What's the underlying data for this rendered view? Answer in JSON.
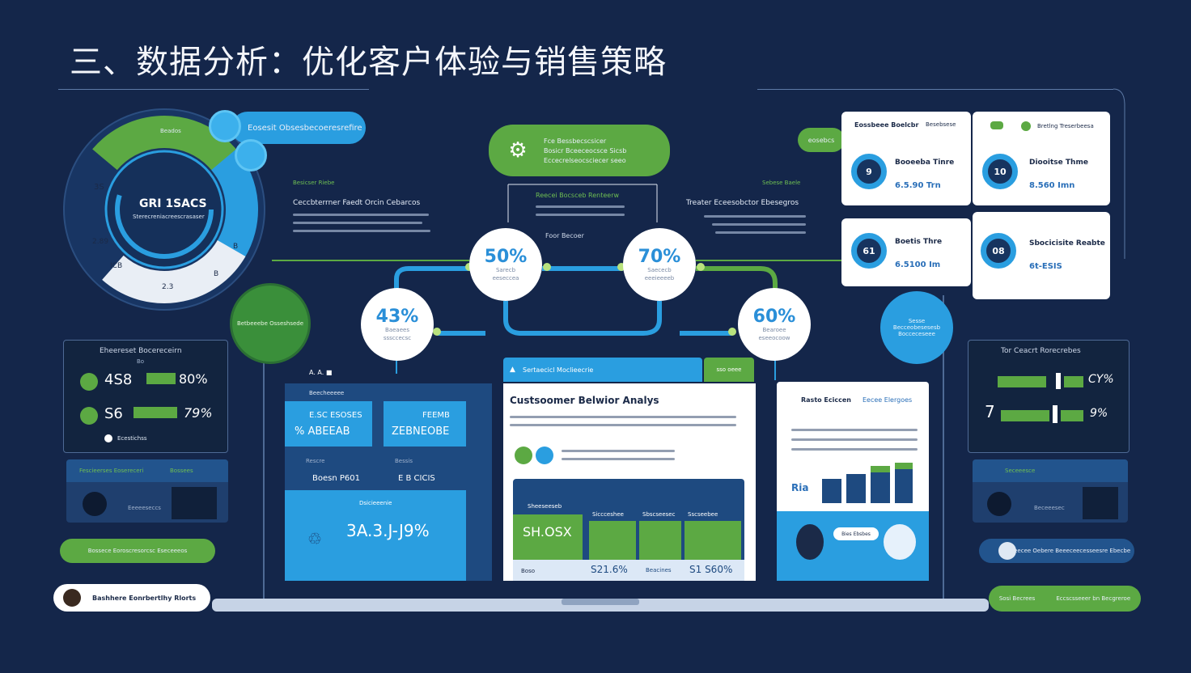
{
  "title": "三、数据分析：优化客户体验与销售策略",
  "donut": {
    "center_value": "GRI 1SACS",
    "center_sub": "Sterecreniacreescrasaser",
    "top_label": "Beados",
    "left_top": "3S",
    "left_mid": "2.89",
    "left_bot": "ICB",
    "bot": "2.3",
    "right_bot": "B",
    "right": "B"
  },
  "top_left_pill": "Eosesit Obsesbecoeresrefire",
  "top_center_pill": {
    "line1": "Fce Bessbecscsicer",
    "line2": "Bosicr Bceeceocsce Sicsb",
    "line3": "Eccecrelseocsciecer seeo"
  },
  "top_right_pill": "eosebcs",
  "left_heading_small": "Besicser Riebe",
  "left_heading": "Ceccbterrner Faedt Orcin Cebarcos",
  "center_box_heading": "Reecei Bocsceb Renteerw",
  "center_label": "Foor Becoer",
  "right_heading_small": "Sebese Baele",
  "right_heading": "Treater Eceesobctor Ebesegros",
  "circles": [
    {
      "pct": "50%",
      "sub1": "Sarecb",
      "sub2": "eeseccea"
    },
    {
      "pct": "70%",
      "sub1": "Saececb",
      "sub2": "eeeieeeeb"
    },
    {
      "pct": "43%",
      "sub1": "Baeaees",
      "sub2": "sssccecsc"
    },
    {
      "pct": "60%",
      "sub1": "Bearoee",
      "sub2": "eseeocoow"
    }
  ],
  "metric_cards": [
    {
      "head1": "Eossbeee Boelcbr",
      "head2": "Besebsese",
      "ring": "9",
      "name": "Booeeba Tinre",
      "value": "6.5.90 Trn"
    },
    {
      "head1": "Bretlng Treserbeesa",
      "ring": "10",
      "name": "Diooitse Thme",
      "value": "8.560 Imn"
    },
    {
      "ring": "61",
      "name": "Boetis Thre",
      "value": "6.5100 Im"
    },
    {
      "ring": "08",
      "name": "Sbocicisite Reabte",
      "value": "6t-ESIS"
    }
  ],
  "green_circle_left": "Betbeeebe Osseshsede",
  "blue_circle_right": "Sesse Becceobesesesb Bocceceseee",
  "left_panel": {
    "title": "Eheereset Bocereceirn",
    "sub": "Bo",
    "row1_num": "4S8",
    "row1_pct": "80%",
    "row2_num": "S6",
    "row2_pct": "79%",
    "legend": "Ecestichss"
  },
  "left_people_panel": {
    "label": "Fescieerses Eosereceri",
    "tag": "Bossees",
    "caption": "Eeeeeseccs"
  },
  "left_green_pill": "Bossece Eoroscresorcsc Eseceeeos",
  "bottom_left_pill": "Bashhere Eonrbertlhy Rlorts",
  "right_panel": {
    "title": "Tor Ceacrt Rorecrebes",
    "pct1": "CY%",
    "pct2": "9%",
    "seven": "7"
  },
  "right_people_panel": {
    "label": "Seceeesce",
    "caption": "Beceeesec"
  },
  "right_dark_pill": "Sceecee Oebere Beeeceecesseesre Ebecbe",
  "bottom_right_pill": {
    "left": "Sosi Becrees",
    "right": "Eccscsseeer bn Becgreroe"
  },
  "laptop": {
    "strip_label": "A. A. ■",
    "header_tab": "Sertaecicl Moclieecrie",
    "header_right": "sso oeee",
    "left_app": {
      "top": "Beecheeeee",
      "tile1a": "E.SC ESOSES",
      "tile1b": "% ABEEAB",
      "tile2a": "FEEMB",
      "tile2b": "ZEBNEOBE",
      "row_label1": "Rescre",
      "row_val1": "Boesn P601",
      "row_label2": "Bessis",
      "row_val2": "E B CICIS",
      "footer_label": "Dsicieeenie",
      "footer_value": "3A.3.J-J9%"
    },
    "main": {
      "heading": "Custsoomer Belwior Analys",
      "table_left": "Sheeseeseb",
      "big_value": "SH.OSX",
      "cols": [
        "Siccceshee",
        "Sbscseesec",
        "Sscseebee"
      ],
      "bottom_left": "Boso",
      "bottom_vals": [
        "S21.6%",
        "Beacines",
        "S1 S60%"
      ]
    },
    "right_app": {
      "tab1": "Rasto Eciccen",
      "tab2": "Eecee Elergoes",
      "label": "Ria",
      "button": "Bies Ebsbes"
    }
  },
  "colors": {
    "bg": "#14264a",
    "blue": "#2a9ee0",
    "green": "#5ca943",
    "white": "#ffffff"
  }
}
